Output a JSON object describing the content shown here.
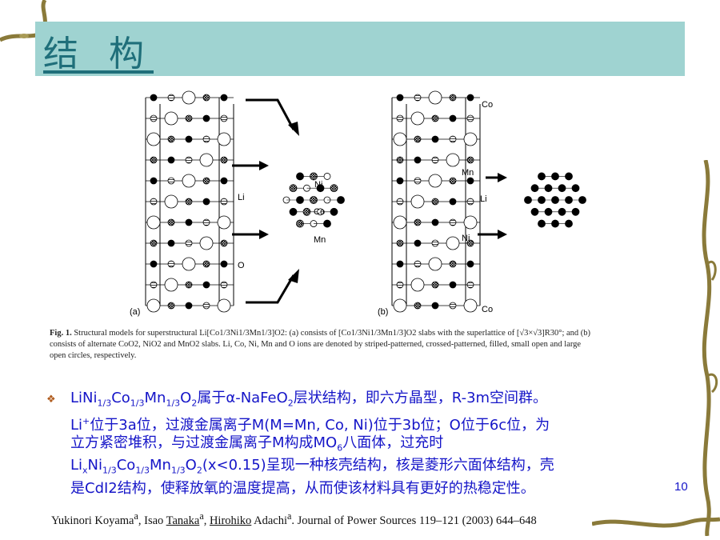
{
  "slide": {
    "title": "结 构",
    "page_number": "10"
  },
  "figure": {
    "labels": {
      "li": "Li",
      "o": "O",
      "ni": "Ni",
      "co": "Co",
      "mn": "Mn",
      "panel_a": "(a)",
      "panel_b": "(b)"
    },
    "caption": {
      "fig_label": "Fig. 1.",
      "line1": "Structural models for superstructural Li[Co1/3Ni1/3Mn1/3]O2: (a) consists of [Co1/3Ni1/3Mn1/3]O2 slabs with the superlattice of [√3×√3]R30°; and (b)",
      "line2": "consists of alternate CoO2, NiO2 and MnO2 slabs. Li, Co, Ni, Mn and O ions are denoted by striped-patterned, crossed-patterned, filled, small open and large",
      "line3": "open circles, respectively."
    }
  },
  "bullet": {
    "l1_a": "LiNi",
    "l1_s1": "1/3",
    "l1_b": "Co",
    "l1_s2": "1/3",
    "l1_c": "Mn",
    "l1_s3": "1/3",
    "l1_d": "O",
    "l1_s4": "2",
    "l1_e": "属于α-NaFeO",
    "l1_s5": "2",
    "l1_f": "层状结构，即六方晶型，R-3m空间群。",
    "l2_a": "Li",
    "l2_sup": "+",
    "l2_b": "位于3a位，过渡金属离子M(M=Mn, Co, Ni)位于3b位；O位于6c位，为",
    "l3_a": "立方紧密堆积，与过渡金属离子M构成MO",
    "l3_s": "6",
    "l3_b": "八面体，过充时",
    "l4_a": "Li",
    "l4_sx": "x",
    "l4_b": "Ni",
    "l4_s1": "1/3",
    "l4_c": "Co",
    "l4_s2": "1/3",
    "l4_d": "Mn",
    "l4_s3": "1/3",
    "l4_e": "O",
    "l4_s4": "2",
    "l4_f": "(x<0.15)呈现一种核壳结构，核是菱形六面体结构，壳",
    "l5": "是CdI2结构，使释放氧的温度提高，从而使该材料具有更好的热稳定性。"
  },
  "reference": {
    "a1": "Yukinori Koyama",
    "a1_sup": "a",
    "a2_pre": ", Isao ",
    "a2_u": "Tanaka",
    "a2_sup": "a",
    "a3_pre": ", ",
    "a3_u": "Hirohiko",
    "a3_post": " Adachi",
    "a3_sup": "a",
    "journal": ". Journal of Power Sources 119–121 (2003) 644–648"
  },
  "colors": {
    "title_bar": "#9fd3d1",
    "title_text": "#1f6f7a",
    "body_text": "#1515c8",
    "bullet_mark": "#b05c1e",
    "vine": "#8a7a3a"
  }
}
